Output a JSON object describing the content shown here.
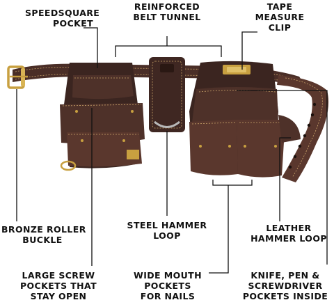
{
  "colors": {
    "leather_dark": "#3b2520",
    "leather_mid": "#4e3129",
    "leather_light": "#6b4335",
    "stitch": "#c9a46a",
    "brass": "#c8a040",
    "text": "#111111",
    "background": "#ffffff"
  },
  "labels": {
    "speedsquare": {
      "line1": "SPEEDSQUARE",
      "line2": "POCKET"
    },
    "tunnel": {
      "line1": "REINFORCED",
      "line2": "BELT TUNNEL"
    },
    "tape": {
      "line1": "TAPE",
      "line2": "MEASURE",
      "line3": "CLIP"
    },
    "buckle": {
      "line1": "BRONZE ROLLER",
      "line2": "BUCKLE"
    },
    "steel_loop": {
      "line1": "STEEL HAMMER",
      "line2": "LOOP"
    },
    "leather_loop": {
      "line1": "LEATHER",
      "line2": "HAMMER LOOP"
    },
    "screw": {
      "line1": "LARGE SCREW",
      "line2": "POCKETS THAT",
      "line3": "STAY OPEN"
    },
    "wide_mouth": {
      "line1": "WIDE MOUTH",
      "line2": "POCKETS",
      "line3": "FOR NAILS"
    },
    "knife": {
      "line1": "KNIFE, PEN &",
      "line2": "SCREWDRIVER",
      "line3": "POCKETS INSIDE"
    }
  }
}
